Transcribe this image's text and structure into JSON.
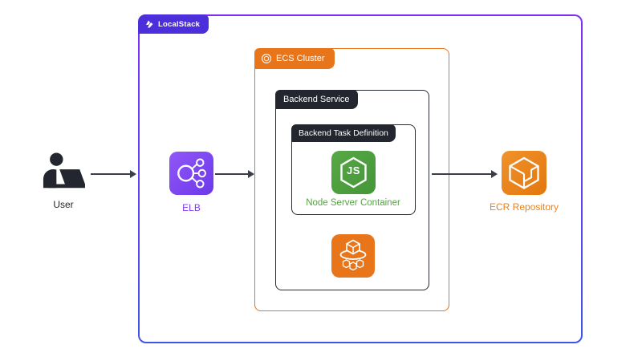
{
  "groups": {
    "localstack": {
      "label": "LocalStack"
    },
    "ecs_cluster": {
      "label": "ECS Cluster"
    },
    "backend_service": {
      "label": "Backend Service"
    },
    "backend_task_definition": {
      "label": "Backend Task Definition"
    }
  },
  "nodes": {
    "user": {
      "label": "User"
    },
    "elb": {
      "label": "ELB"
    },
    "node_server_container": {
      "label": "Node Server Container",
      "icon_text": "JS"
    },
    "ecs_service": {
      "icon": "ecs-service-icon"
    },
    "ecr_repository": {
      "label": "ECR Repository"
    }
  },
  "connections": [
    {
      "from": "User",
      "to": "LocalStack boundary"
    },
    {
      "from": "ELB",
      "to": "ECS Cluster boundary"
    },
    {
      "from": "Backend Service",
      "to": "ECR Repository"
    }
  ],
  "colors": {
    "outer_border_top": "#7D2EF5",
    "outer_border_bottom": "#3F55E8",
    "localstack_badge": "#4D2EDB",
    "aws_orange": "#E8751A",
    "dark_badge": "#23262E",
    "node_green": "#4D9E3F",
    "elb_purple": "#7C3BEC",
    "ecr_orange": "#E8821D",
    "arrow": "#3A3F47"
  }
}
